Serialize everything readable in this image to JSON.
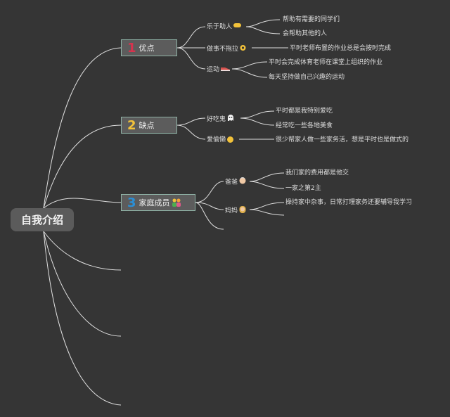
{
  "root": {
    "label": "自我介绍"
  },
  "topics": [
    {
      "number": "1",
      "number_color": "#d6334e",
      "label": "优点"
    },
    {
      "number": "2",
      "number_color": "#f2c23a",
      "label": "缺点"
    },
    {
      "number": "3",
      "number_color": "#2b8fd6",
      "label": "家庭成员"
    }
  ],
  "subtopics": {
    "helpful": "乐于助人",
    "no_delay": "做事不拖拉",
    "sports": "运动",
    "foodie": "好吃鬼",
    "lazy": "爱偷懒",
    "dad": "爸爸",
    "mom": "妈妈"
  },
  "details": {
    "help_1": "帮助有需要的同学们",
    "help_2": "会帮助其他的人",
    "homework": "平时老师布置的作业总是会按时完成",
    "sports_1": "平时会完成体育老师在课堂上组织的作业",
    "sports_2": "每天坚持做自己兴趣的运动",
    "food_1": "平时都是我特别爱吃",
    "food_2": "经常吃一些各地美食",
    "lazy_1": "很少帮家人做一些家务活，想是平时也是做式的",
    "dad_1": "我们家的费用都是他交",
    "dad_2": "一家之第2主",
    "mom_1": "操持家中杂事，日常打理家务还要辅导我学习"
  },
  "colors": {
    "background": "#353535",
    "line": "#e0e0e0",
    "topic_border": "#8fb2a6",
    "topic_fill": "#5c5c5c",
    "root_fill": "#5b5b5b"
  },
  "icons": {
    "helpful": "hand-icon",
    "no_delay": "ok-hand-icon",
    "sports": "sneaker-icon",
    "foodie": "ghost-icon",
    "lazy": "neutral-face-icon",
    "dad": "man-face-icon",
    "mom": "woman-face-icon",
    "family": "family-icon"
  }
}
